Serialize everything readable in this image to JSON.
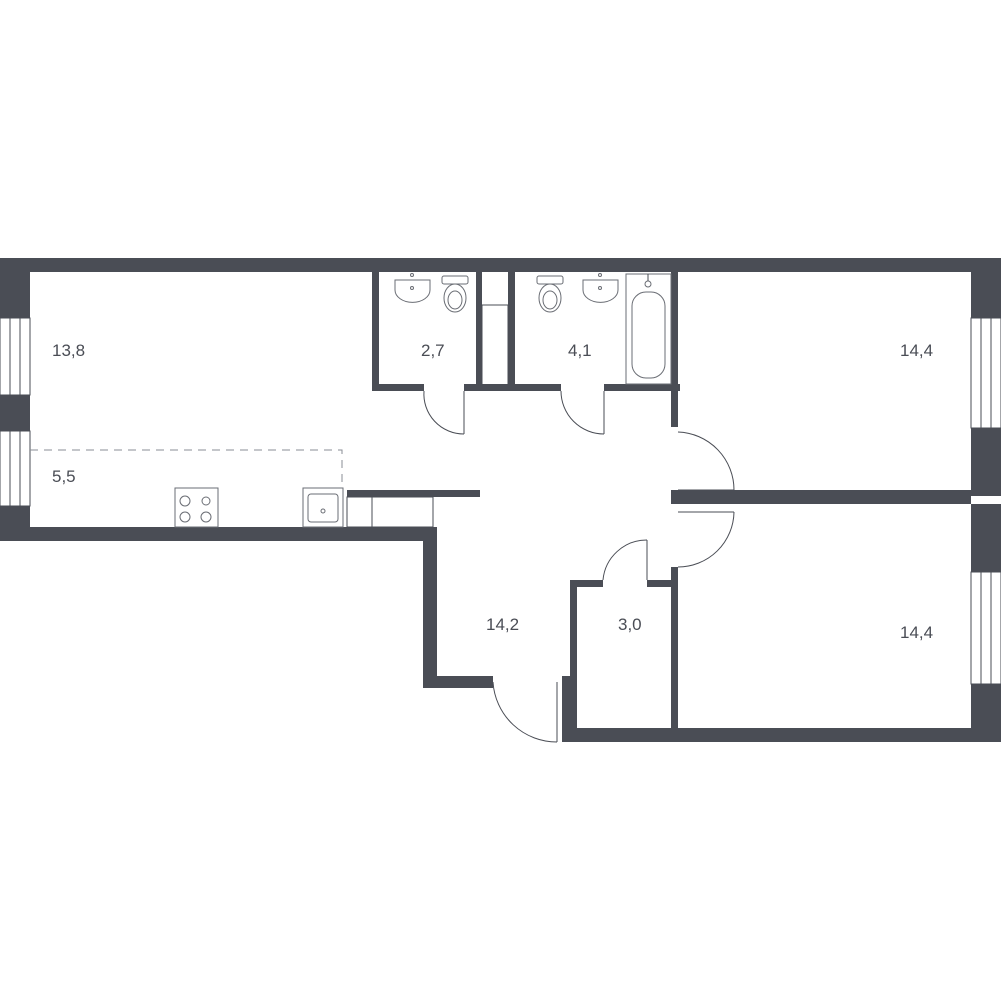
{
  "rooms": [
    {
      "id": "living-room",
      "area": "13,8"
    },
    {
      "id": "kitchen",
      "area": "5,5"
    },
    {
      "id": "toilet",
      "area": "2,7"
    },
    {
      "id": "bathroom",
      "area": "4,1"
    },
    {
      "id": "bedroom-upper",
      "area": "14,4"
    },
    {
      "id": "hallway",
      "area": "14,2"
    },
    {
      "id": "storage",
      "area": "3,0"
    },
    {
      "id": "bedroom-lower",
      "area": "14,4"
    }
  ],
  "colors": {
    "wall": "#4a4d55",
    "background": "#ffffff",
    "fixture": "#6a6d74"
  }
}
